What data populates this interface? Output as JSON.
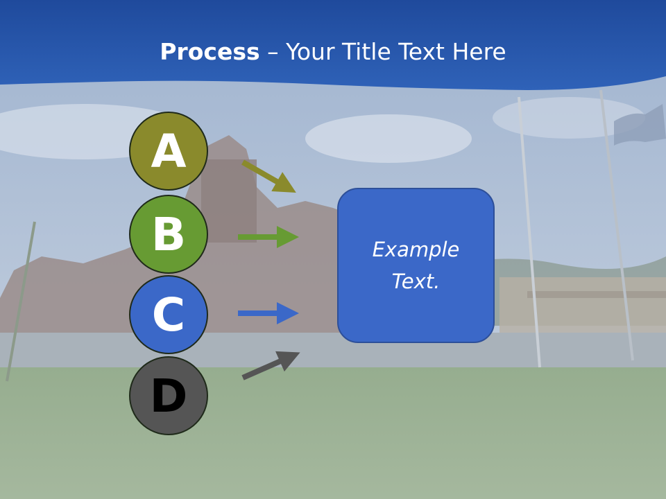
{
  "title": {
    "bold": "Process",
    "rest": " – Your Title Text Here"
  },
  "steps": [
    {
      "letter": "A",
      "color": "#8a8a2c",
      "text_color": "#ffffff",
      "arrow_color": "#8a8a2c"
    },
    {
      "letter": "B",
      "color": "#679b33",
      "text_color": "#ffffff",
      "arrow_color": "#679b33"
    },
    {
      "letter": "C",
      "color": "#3b68c8",
      "text_color": "#ffffff",
      "arrow_color": "#3b68c8"
    },
    {
      "letter": "D",
      "color": "#555555",
      "text_color": "#000000",
      "arrow_color": "#555555"
    }
  ],
  "box": {
    "text": "Example Text.",
    "color": "#3b68c8"
  },
  "header_color": "#2a56a8"
}
